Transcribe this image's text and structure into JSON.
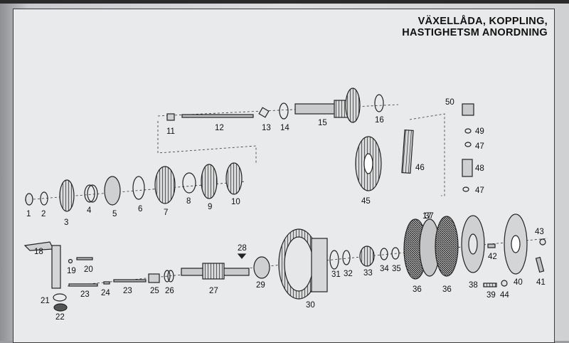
{
  "title": {
    "line1": "VÄXELLÅDA, KOPPLING,",
    "line2": "HASTIGHETSM ANORDNING"
  },
  "part_labels": [
    "1",
    "2",
    "3",
    "4",
    "5",
    "6",
    "7",
    "8",
    "9",
    "10",
    "11",
    "12",
    "13",
    "14",
    "15",
    "16",
    "17",
    "18",
    "19",
    "20",
    "21",
    "22",
    "23",
    "24",
    "23",
    "25",
    "26",
    "27",
    "28",
    "29",
    "30",
    "31",
    "32",
    "33",
    "34",
    "35",
    "36",
    "36",
    "37",
    "38",
    "39",
    "40",
    "41",
    "42",
    "43",
    "44",
    "45",
    "46",
    "47",
    "47",
    "48",
    "49",
    "50"
  ]
}
